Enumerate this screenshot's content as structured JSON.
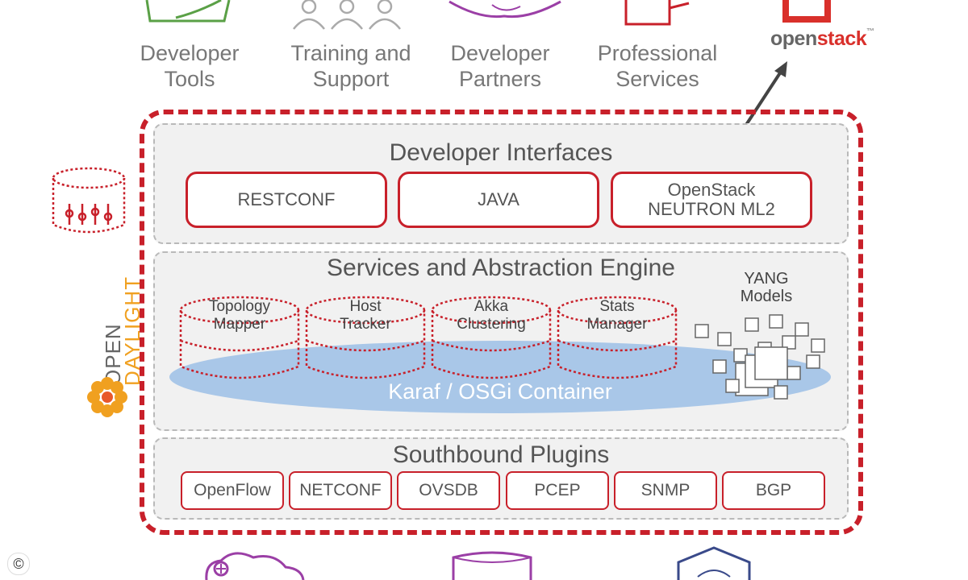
{
  "top_items": [
    {
      "label_line1": "Developer",
      "label_line2": "Tools"
    },
    {
      "label_line1": "Training and",
      "label_line2": "Support"
    },
    {
      "label_line1": "Developer",
      "label_line2": "Partners"
    },
    {
      "label_line1": "Professional",
      "label_line2": "Services"
    }
  ],
  "openstack": {
    "prefix": "open",
    "suffix": "stack",
    "tm": "™"
  },
  "developer_interfaces": {
    "title": "Developer Interfaces",
    "items": [
      {
        "line1": "RESTCONF",
        "line2": ""
      },
      {
        "line1": "JAVA",
        "line2": ""
      },
      {
        "line1": "OpenStack",
        "line2": "NEUTRON ML2"
      }
    ]
  },
  "services": {
    "title": "Services and Abstraction Engine",
    "components": [
      {
        "line1": "Topology",
        "line2": "Mapper"
      },
      {
        "line1": "Host",
        "line2": "Tracker"
      },
      {
        "line1": "Akka",
        "line2": "Clustering"
      },
      {
        "line1": "Stats",
        "line2": "Manager"
      }
    ],
    "container_label": "Karaf / OSGi Container",
    "yang_line1": "YANG",
    "yang_line2": "Models"
  },
  "southbound": {
    "title": "Southbound Plugins",
    "plugins": [
      "OpenFlow",
      "NETCONF",
      "OVSDB",
      "PCEP",
      "SNMP",
      "BGP"
    ]
  },
  "logo": {
    "line1": "OPEN",
    "line2": "DAYLIGHT"
  },
  "copyright_symbol": "©",
  "colors": {
    "accent_red": "#c8202a",
    "container_blue": "#a9c7e8",
    "logo_orange": "#f0a020",
    "icon_purple": "#9b3fa6",
    "icon_navy": "#3a4a8a"
  }
}
